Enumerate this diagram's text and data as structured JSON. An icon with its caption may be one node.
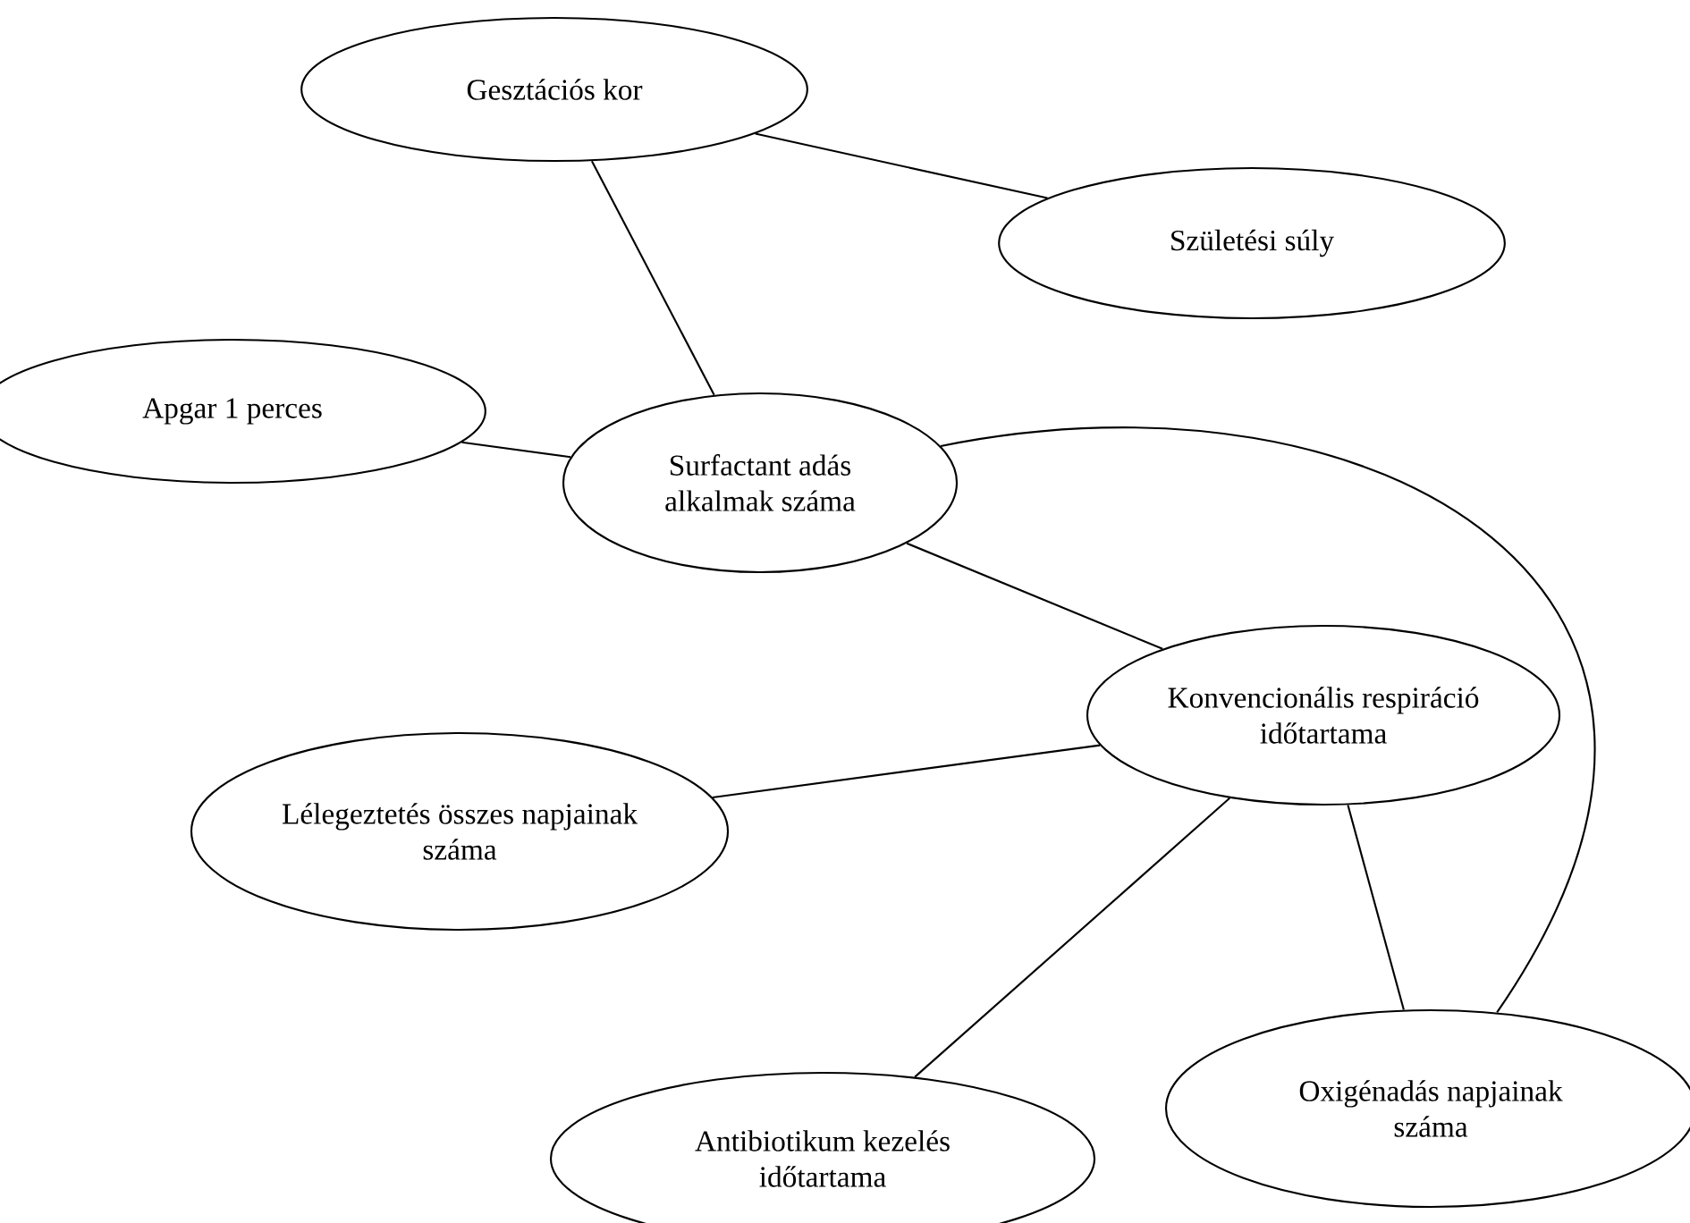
{
  "diagram": {
    "nodes": [
      {
        "text": [
          "Gesztációs kor"
        ]
      },
      {
        "text": [
          "Születési súly"
        ]
      },
      {
        "text": [
          "Apgar 1 perces"
        ]
      },
      {
        "text": [
          "Surfactant adás alkalmak száma"
        ]
      },
      {
        "text": [
          "Konvencionális respiráció időtartama"
        ]
      },
      {
        "text": [
          "Lélegeztetés összes napjainak száma"
        ]
      },
      {
        "text": [
          "Oxigénadás napjainak száma"
        ]
      },
      {
        "text": [
          "Antibiotikum kezelés időtartama"
        ]
      }
    ],
    "edges": [
      {
        "from": 0,
        "to": 1,
        "arrow": "none"
      },
      {
        "from": 0,
        "to": 3,
        "arrow": "none"
      },
      {
        "from": 2,
        "to": 3,
        "arrow": "none"
      },
      {
        "from": 3,
        "to": 4,
        "arrow": "none"
      },
      {
        "from": 4,
        "to": 5,
        "arrow": "none"
      },
      {
        "from": 4,
        "to": 7,
        "arrow": "none"
      },
      {
        "from": 4,
        "to": 6,
        "arrow": "none"
      },
      {
        "from": 3,
        "to": 6,
        "arrow": "none"
      }
    ]
  }
}
